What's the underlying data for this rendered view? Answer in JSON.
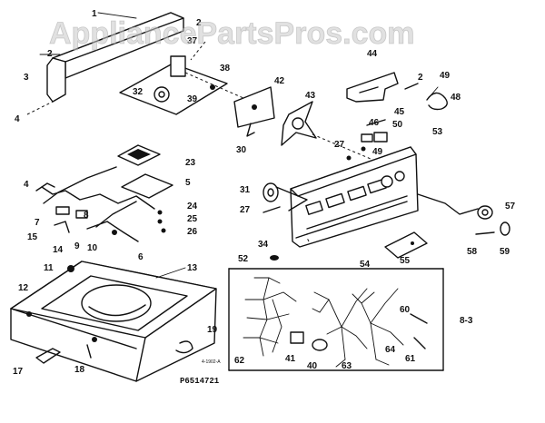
{
  "watermark": "AppliancePartsPros.com",
  "part_numbers": [
    "1",
    "2",
    "2",
    "3",
    "4",
    "37",
    "38",
    "32",
    "39",
    "42",
    "30",
    "43",
    "44",
    "2",
    "49",
    "48",
    "45",
    "46",
    "50",
    "27",
    "49",
    "53",
    "23",
    "5",
    "24",
    "25",
    "26",
    "4",
    "7",
    "8",
    "15",
    "14",
    "9",
    "10",
    "6",
    "31",
    "27",
    "34",
    "52",
    "54",
    "55",
    "57",
    "58",
    "59",
    "11",
    "13",
    "12",
    "19",
    "17",
    "18",
    "60",
    "62",
    "41",
    "40",
    "63",
    "64",
    "61"
  ],
  "page_label": "8-3",
  "small_caption": "4-1902-A",
  "figure_number": "P6514721"
}
